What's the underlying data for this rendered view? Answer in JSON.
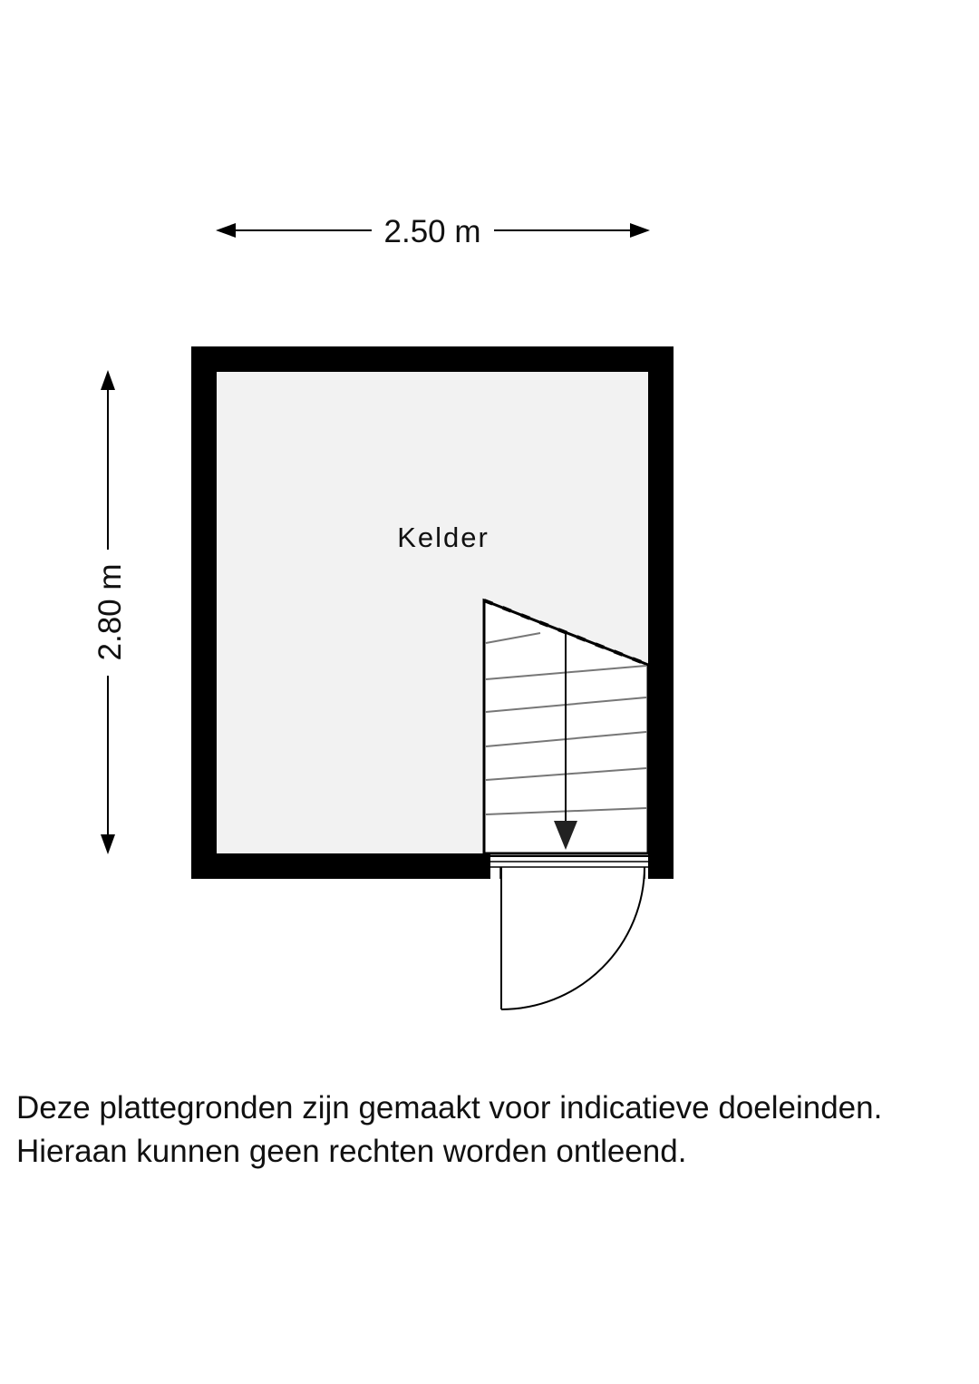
{
  "floorplan": {
    "dimensions": {
      "width_label": "2.50 m",
      "height_label": "2.80 m"
    },
    "rooms": [
      {
        "name": "Kelder"
      }
    ],
    "colors": {
      "wall": "#000000",
      "floor": "#f2f2f2",
      "line": "#333333"
    }
  },
  "disclaimer": {
    "line1": "Deze plattegronden zijn gemaakt voor indicatieve doeleinden.",
    "line2": "Hieraan kunnen geen rechten worden ontleend."
  }
}
